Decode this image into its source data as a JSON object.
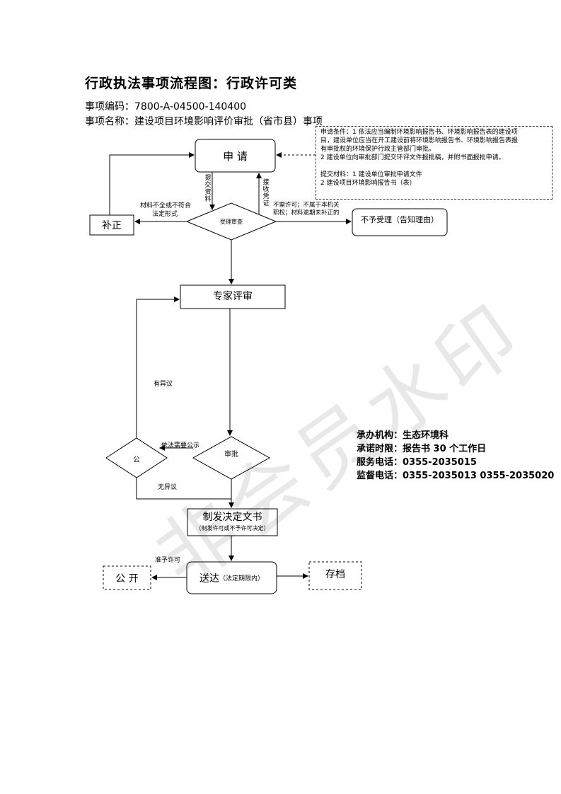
{
  "header": {
    "title": "行政执法事项流程图：行政许可类",
    "code_line": "事项编码：7800-A-04500-140400",
    "name_line": "事项名称：建设项目环境影响评价审批（省市县）事项"
  },
  "note": {
    "lines": [
      "申请条件：1 依法应当编制环境影响报告书、环境影响报告表的建设项",
      "目，建设单位应当在开工建设前将环境影响报告书、环境影响报告表报",
      "有审批权的环境保护行政主管部门审批。",
      "2 建设单位向审批部门提交环评文件报批稿，并附书面报批申请。",
      "",
      "提交材料：1 建设单位审批申请文件",
      "2 建设项目环境影响报告书（表）"
    ]
  },
  "nodes": {
    "apply": "申 请",
    "review": "受理审查",
    "supplement": "补正",
    "reject": "不予受理（告知理由）",
    "expert": "专家评审",
    "approve": "审批",
    "publicity": "公",
    "decision": "制发决定文书",
    "decision_sub": "（制发许可或不予许可决定）",
    "deliver": "送达",
    "deliver_sub": "（法定期限内）",
    "publish": "公 开",
    "archive": "存档"
  },
  "edge_labels": {
    "submit": "提交资料",
    "receive": "接收凭证",
    "incomplete_1": "材料不全或不符合",
    "incomplete_2": "法定形式",
    "reject_1": "不需许可；不属于本机关",
    "reject_2": "职权；材料逾期未补正的",
    "objection": "有异议",
    "need_publicity": "依法需要公示",
    "no_objection": "无异议",
    "grant": "准予许可"
  },
  "info": {
    "agency": "承办机构：生态环境科",
    "time_limit": "承诺时限：报告书 30 个工作日",
    "service_phone": "服务电话：0355-2035015",
    "supervise_phone": "监督电话：0355-2035013   0355-2035020"
  },
  "watermark": "非会员水印"
}
